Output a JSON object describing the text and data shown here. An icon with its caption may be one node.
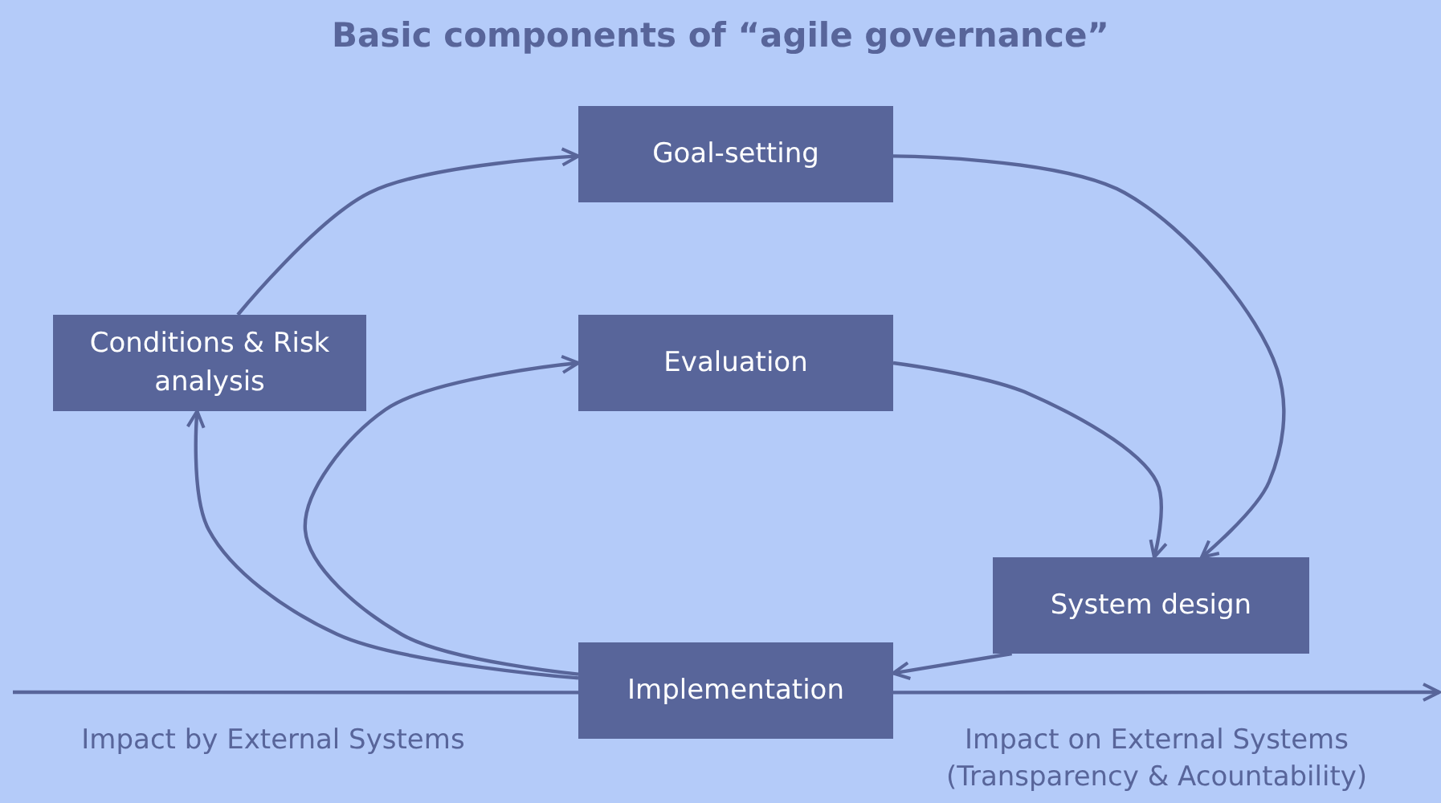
{
  "diagram": {
    "title": "Basic components of “agile governance”",
    "nodes": [
      {
        "text": [
          "Conditions & Risk analysis"
        ]
      },
      {
        "text": [
          "Goal-setting"
        ]
      },
      {
        "text": [
          "Evaluation"
        ]
      },
      {
        "text": [
          "System design"
        ]
      },
      {
        "text": [
          "Implementation"
        ]
      }
    ],
    "edges": [
      {
        "from": 0,
        "to": 1,
        "arrow": "to"
      },
      {
        "from": 1,
        "to": 3,
        "arrow": "to"
      },
      {
        "from": 2,
        "to": 3,
        "arrow": "to"
      },
      {
        "from": 3,
        "to": 4,
        "arrow": "to"
      },
      {
        "from": 4,
        "to": 0,
        "arrow": "to"
      },
      {
        "from": 4,
        "to": 2,
        "arrow": "to"
      },
      {
        "from": null,
        "to": 4,
        "arrow": "none"
      },
      {
        "from": 4,
        "to": null,
        "arrow": "to"
      }
    ],
    "labels": [
      "Impact by External Systems",
      "Impact on External Systems (Transparency & Acountability)"
    ]
  }
}
